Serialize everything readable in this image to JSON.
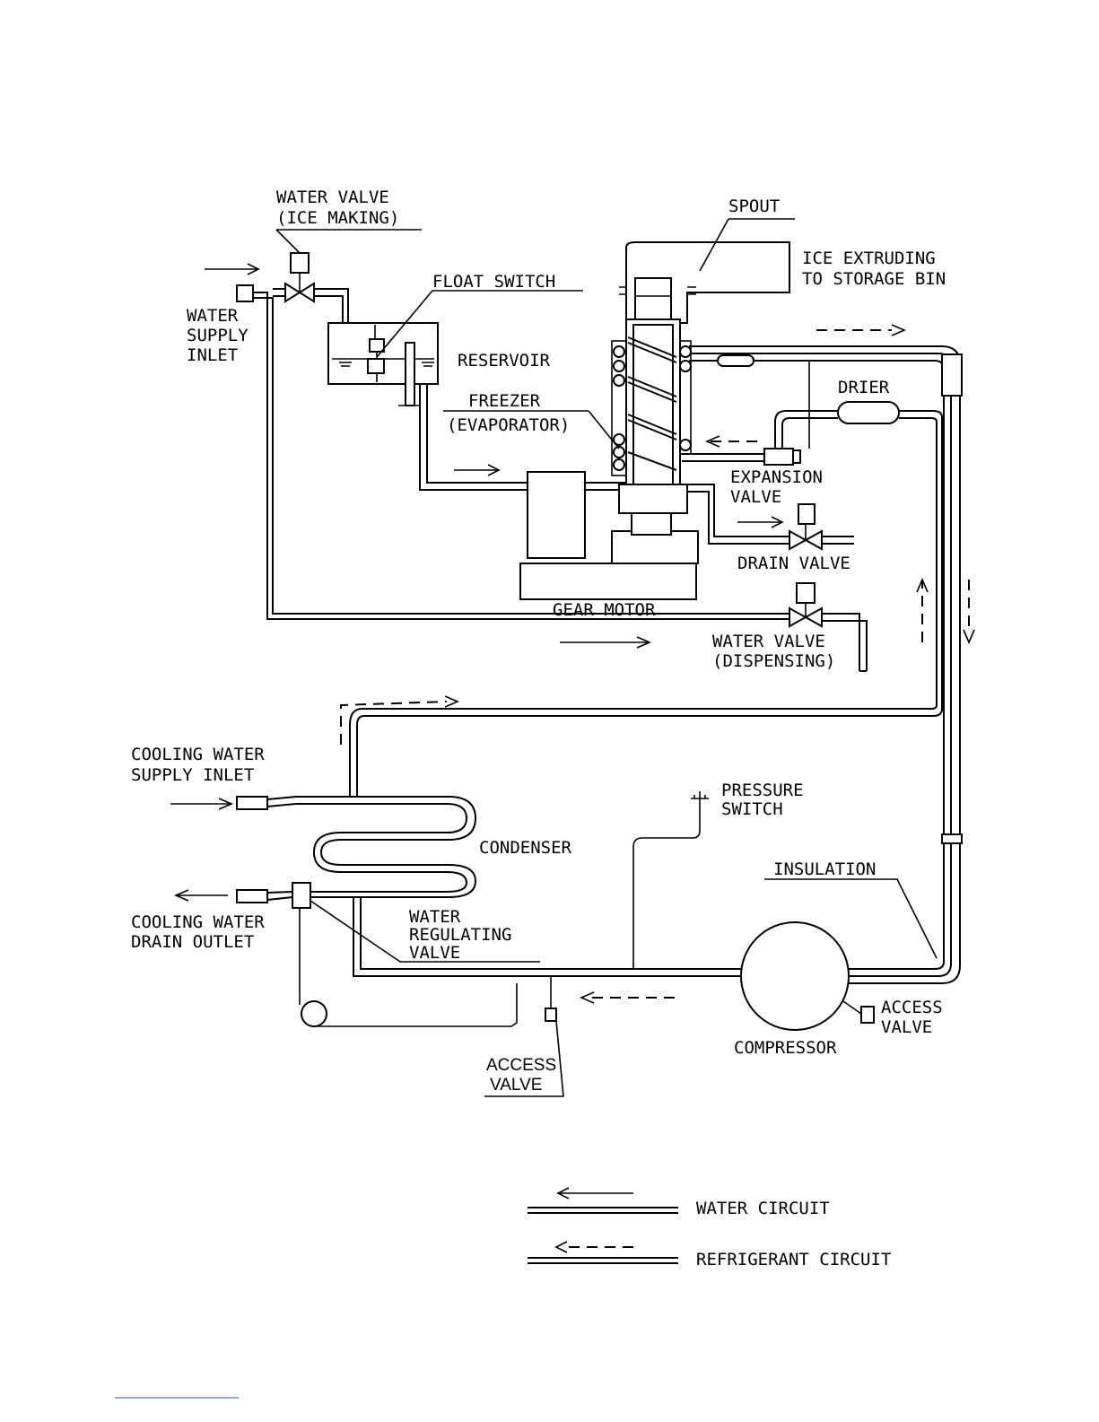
{
  "labels": {
    "water_valve_ice": [
      "WATER VALVE",
      "(ICE MAKING)"
    ],
    "spout": "SPOUT",
    "ice_extruding": [
      "ICE EXTRUDING",
      "TO STORAGE BIN"
    ],
    "float_switch": "FLOAT SWITCH",
    "water_supply_inlet": [
      "WATER",
      "SUPPLY",
      "INLET"
    ],
    "reservoir": "RESERVOIR",
    "freezer": [
      "FREEZER",
      "(EVAPORATOR)"
    ],
    "drier": "DRIER",
    "expansion_valve": [
      "EXPANSION",
      "VALVE"
    ],
    "drain_valve": "DRAIN VALVE",
    "gear_motor": "GEAR MOTOR",
    "water_valve_disp": [
      "WATER VALVE",
      "(DISPENSING)"
    ],
    "cooling_supply_inlet": [
      "COOLING WATER",
      "SUPPLY INLET"
    ],
    "condenser": "CONDENSER",
    "pressure_switch": [
      "PRESSURE",
      "SWITCH"
    ],
    "insulation": "INSULATION",
    "cooling_drain_outlet": [
      "COOLING WATER",
      "DRAIN OUTLET"
    ],
    "water_reg_valve": [
      "WATER",
      "REGULATING",
      "VALVE"
    ],
    "access_valve_right": [
      "ACCESS",
      "VALVE"
    ],
    "compressor": "COMPRESSOR",
    "access_valve_bottom": [
      "ACCESS",
      "VALVE"
    ]
  },
  "legend": {
    "water_circuit": "WATER CIRCUIT",
    "refrigerant_circuit": "REFRIGERANT CIRCUIT"
  }
}
